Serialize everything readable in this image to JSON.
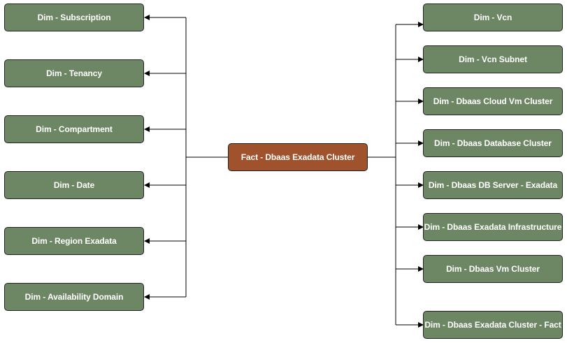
{
  "colors": {
    "dimension_fill": "#6d8764",
    "fact_fill": "#a0522d",
    "border": "#222222",
    "text": "#ffffff",
    "connector": "#000000"
  },
  "fact": {
    "label": "Fact - Dbaas Exadata Cluster"
  },
  "left_dimensions": [
    {
      "label": "Dim - Subscription"
    },
    {
      "label": "Dim - Tenancy"
    },
    {
      "label": "Dim - Compartment"
    },
    {
      "label": "Dim - Date"
    },
    {
      "label": "Dim - Region Exadata"
    },
    {
      "label": "Dim - Availability Domain"
    }
  ],
  "right_dimensions": [
    {
      "label": "Dim - Vcn"
    },
    {
      "label": "Dim - Vcn Subnet"
    },
    {
      "label": "Dim - Dbaas Cloud Vm Cluster"
    },
    {
      "label": "Dim - Dbaas Database Cluster"
    },
    {
      "label": "Dim - Dbaas DB Server - Exadata"
    },
    {
      "label": "Dim - Dbaas Exadata Infrastructure"
    },
    {
      "label": "Dim - Dbaas Vm Cluster"
    },
    {
      "label": "Dim - Dbaas Exadata Cluster - Fact"
    }
  ]
}
